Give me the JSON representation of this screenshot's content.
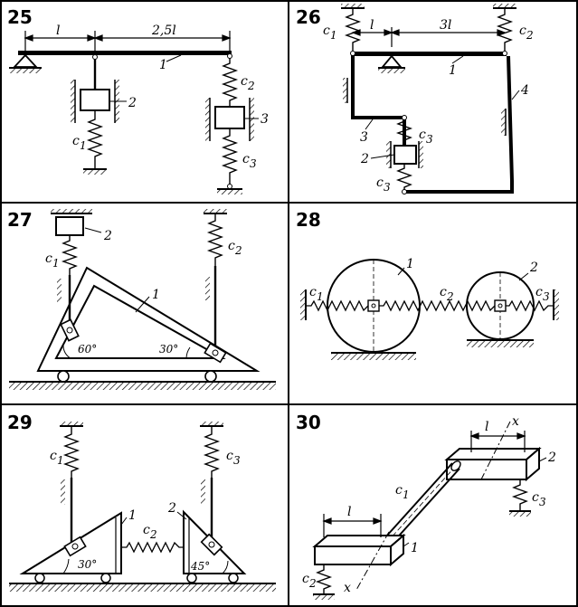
{
  "problems": [
    {
      "number": "25",
      "labels": {
        "l": "l",
        "len2": "2,5l",
        "p1": "1",
        "p2": "2",
        "p3": "3",
        "c1": "c",
        "c1s": "1",
        "c2": "c",
        "c2s": "2",
        "c3": "c",
        "c3s": "3"
      }
    },
    {
      "number": "26",
      "labels": {
        "l": "l",
        "len2": "3l",
        "p1": "1",
        "p2": "2",
        "p3": "3",
        "p4": "4",
        "c1": "c",
        "c1s": "1",
        "c2": "c",
        "c2s": "2",
        "c3a": "c",
        "c3as": "3",
        "c3b": "c",
        "c3bs": "3"
      }
    },
    {
      "number": "27",
      "labels": {
        "p1": "1",
        "p2": "2",
        "c1": "c",
        "c1s": "1",
        "c2": "c",
        "c2s": "2",
        "a1": "60°",
        "a2": "30°"
      }
    },
    {
      "number": "28",
      "labels": {
        "p1": "1",
        "p2": "2",
        "c1": "c",
        "c1s": "1",
        "c2": "c",
        "c2s": "2",
        "c3": "c",
        "c3s": "3"
      }
    },
    {
      "number": "29",
      "labels": {
        "p1": "1",
        "p2": "2",
        "c1": "c",
        "c1s": "1",
        "c2": "c",
        "c2s": "2",
        "c3": "c",
        "c3s": "3",
        "a1": "30°",
        "a2": "45°"
      }
    },
    {
      "number": "30",
      "labels": {
        "l1": "l",
        "l2": "l",
        "x1": "x",
        "x2": "x",
        "p1": "1",
        "p2": "2",
        "c1": "c",
        "c1s": "1",
        "c2": "c",
        "c2s": "2",
        "c3": "c",
        "c3s": "3"
      }
    }
  ]
}
